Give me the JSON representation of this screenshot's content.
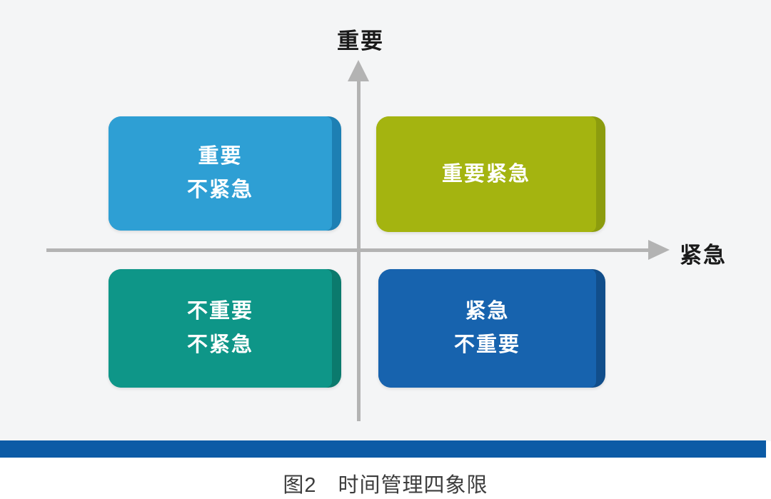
{
  "figure": {
    "axis": {
      "y_label": "重要",
      "x_label": "紧急"
    },
    "quadrants": [
      {
        "id": "important-not-urgent",
        "lines": [
          "重要",
          "不紧急"
        ],
        "color": "#2E9FD4",
        "edge_color": "#1D7FB3"
      },
      {
        "id": "important-urgent",
        "lines": [
          "重要紧急"
        ],
        "color": "#A4B410",
        "edge_color": "#8C9C0E"
      },
      {
        "id": "not-important-not-urgent",
        "lines": [
          "不重要",
          "不紧急"
        ],
        "color": "#0E9688",
        "edge_color": "#0B7A6D"
      },
      {
        "id": "urgent-not-important",
        "lines": [
          "紧急",
          "不重要"
        ],
        "color": "#1763AE",
        "edge_color": "#114E8B"
      }
    ],
    "caption": "图2　时间管理四象限",
    "colors": {
      "background": "#F4F5F6",
      "axis": "#B3B3B3",
      "divider_bar": "#0C5BA6",
      "box_text": "#FFFFFF",
      "label_text": "#1A1A1A"
    }
  }
}
